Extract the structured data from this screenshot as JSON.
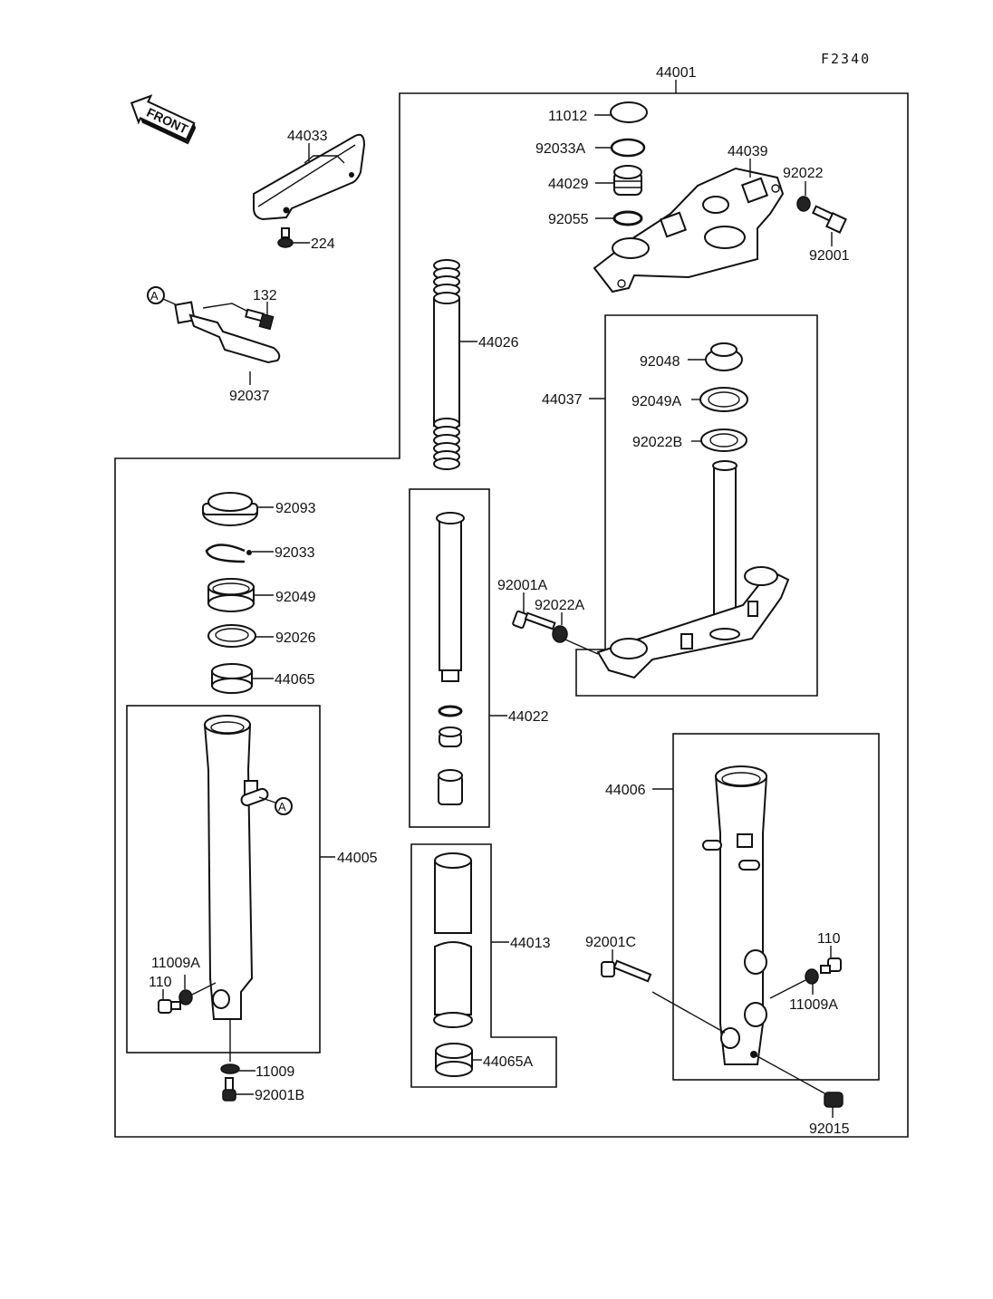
{
  "diagram": {
    "figure_code": "F2340",
    "front_arrow_label": "FRONT",
    "reference_marker": "A",
    "parts": {
      "p44001": "44001",
      "p11012": "11012",
      "p92033A": "92033A",
      "p44029": "44029",
      "p92055": "92055",
      "p44039": "44039",
      "p92022": "92022",
      "p92001": "92001",
      "p44033": "44033",
      "p224": "224",
      "p132": "132",
      "p92037": "92037",
      "p44026": "44026",
      "p44037": "44037",
      "p92048": "92048",
      "p92049A": "92049A",
      "p92022B": "92022B",
      "p92093": "92093",
      "p92033": "92033",
      "p92049": "92049",
      "p92026": "92026",
      "p44065": "44065",
      "p92001A": "92001A",
      "p92022A": "92022A",
      "p44022": "44022",
      "p44005": "44005",
      "p11009A_left": "11009A",
      "p110_left": "110",
      "p11009": "11009",
      "p92001B": "92001B",
      "p44013": "44013",
      "p44065A": "44065A",
      "p44006": "44006",
      "p92001C": "92001C",
      "p110_right": "110",
      "p11009A_right": "11009A",
      "p92015": "92015"
    }
  }
}
